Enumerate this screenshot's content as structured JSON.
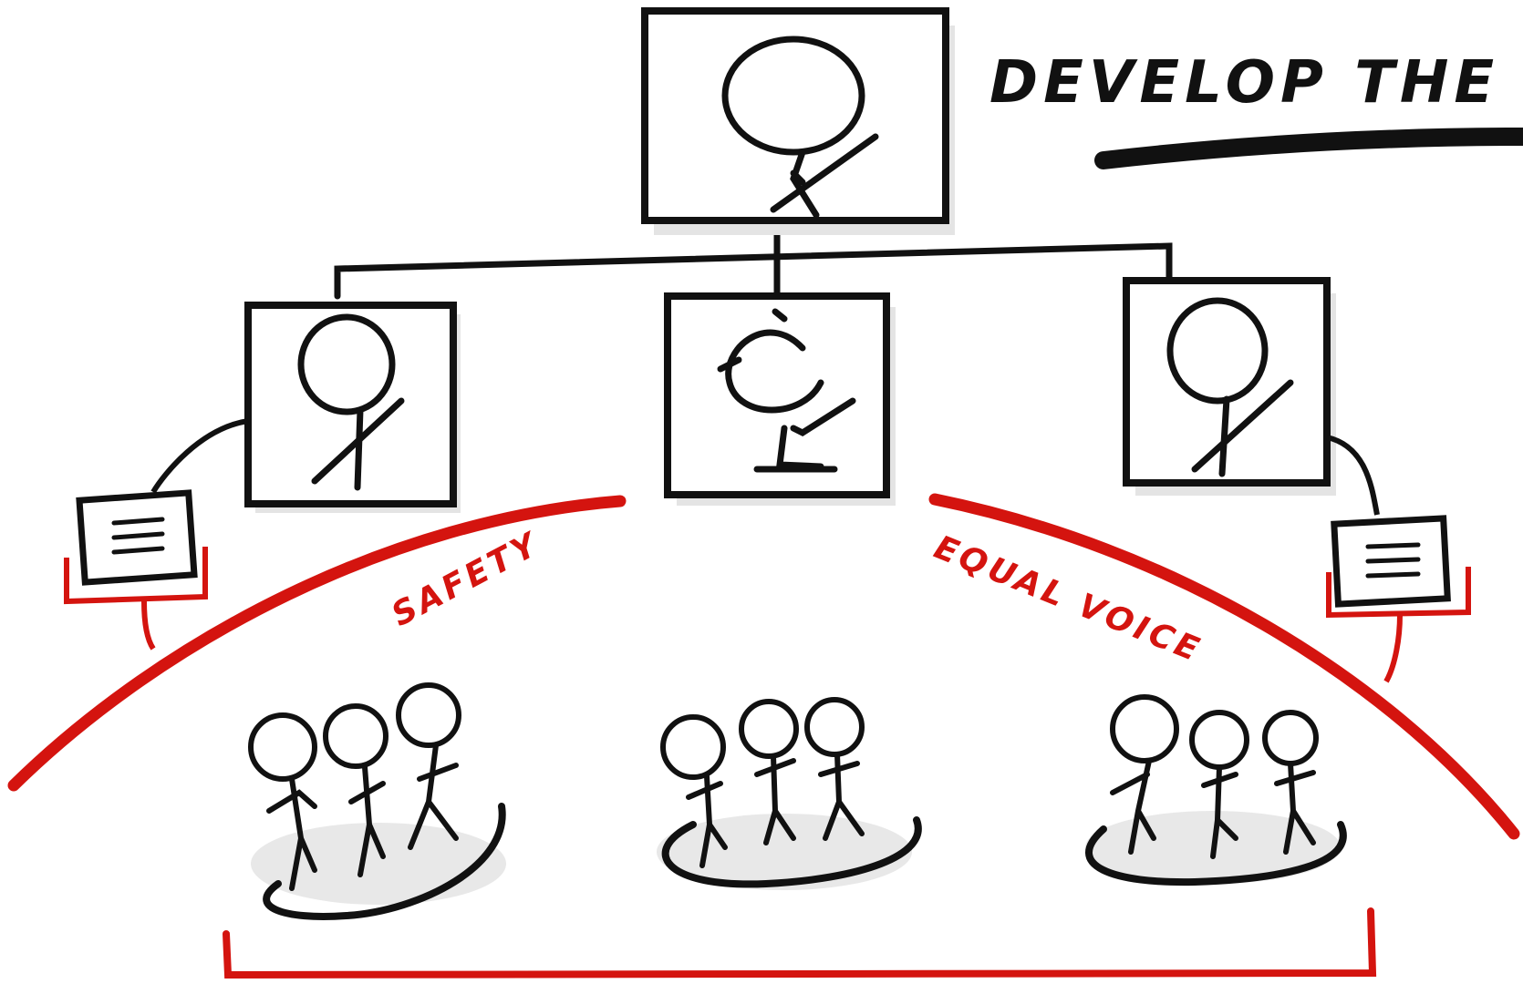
{
  "title": "DEVELOP THE C",
  "labels": {
    "safety": "SAFETY",
    "equal_voice": "EQUAL VOICE"
  },
  "colors": {
    "ink": "#111111",
    "accent": "#d4140f",
    "shadow": "#dcdcdc",
    "background": "#ffffff"
  },
  "icons": {
    "leader": "stick-figure-icon",
    "manager": "stick-figure-icon",
    "team_member": "stick-figure-icon",
    "document": "document-icon"
  }
}
